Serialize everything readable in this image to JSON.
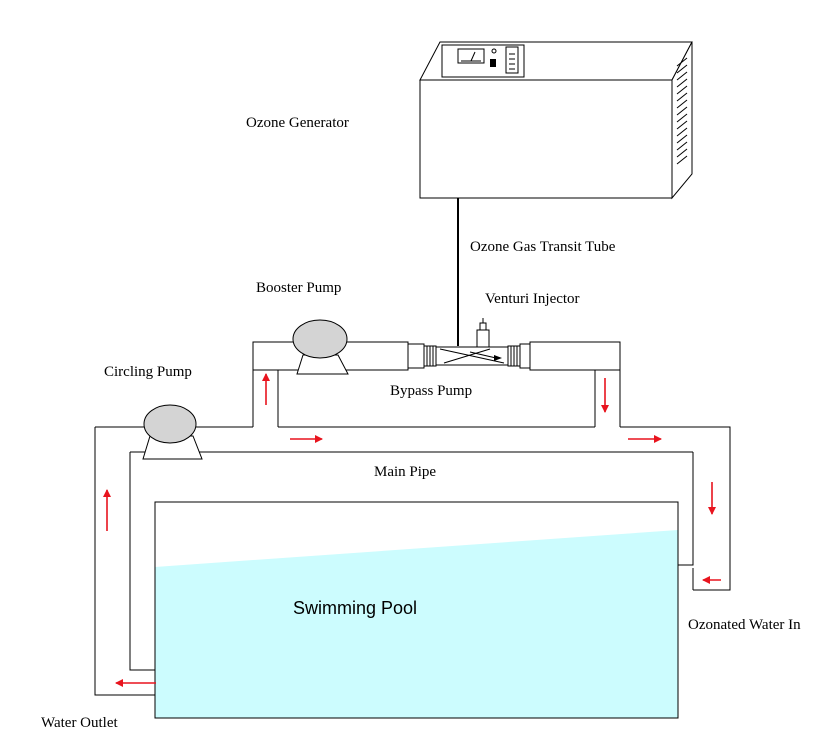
{
  "labels": {
    "ozone_generator": "Ozone Generator",
    "ozone_gas_transit_tube": "Ozone Gas Transit Tube",
    "booster_pump": "Booster Pump",
    "venturi_injector": "Venturi Injector",
    "circling_pump": "Circling Pump",
    "bypass_pump": "Bypass Pump",
    "main_pipe": "Main Pipe",
    "swimming_pool": "Swimming Pool",
    "ozonated_water_in": "Ozonated Water In",
    "water_outlet": "Water Outlet"
  },
  "colors": {
    "flow_arrow": "#e8141e",
    "pool_water": "#ccfcfe",
    "outline": "#000000"
  },
  "icons": {
    "generator": "ozone-generator-icon",
    "pump": "pump-icon",
    "injector": "venturi-injector-icon",
    "arrow": "flow-arrow-icon"
  }
}
